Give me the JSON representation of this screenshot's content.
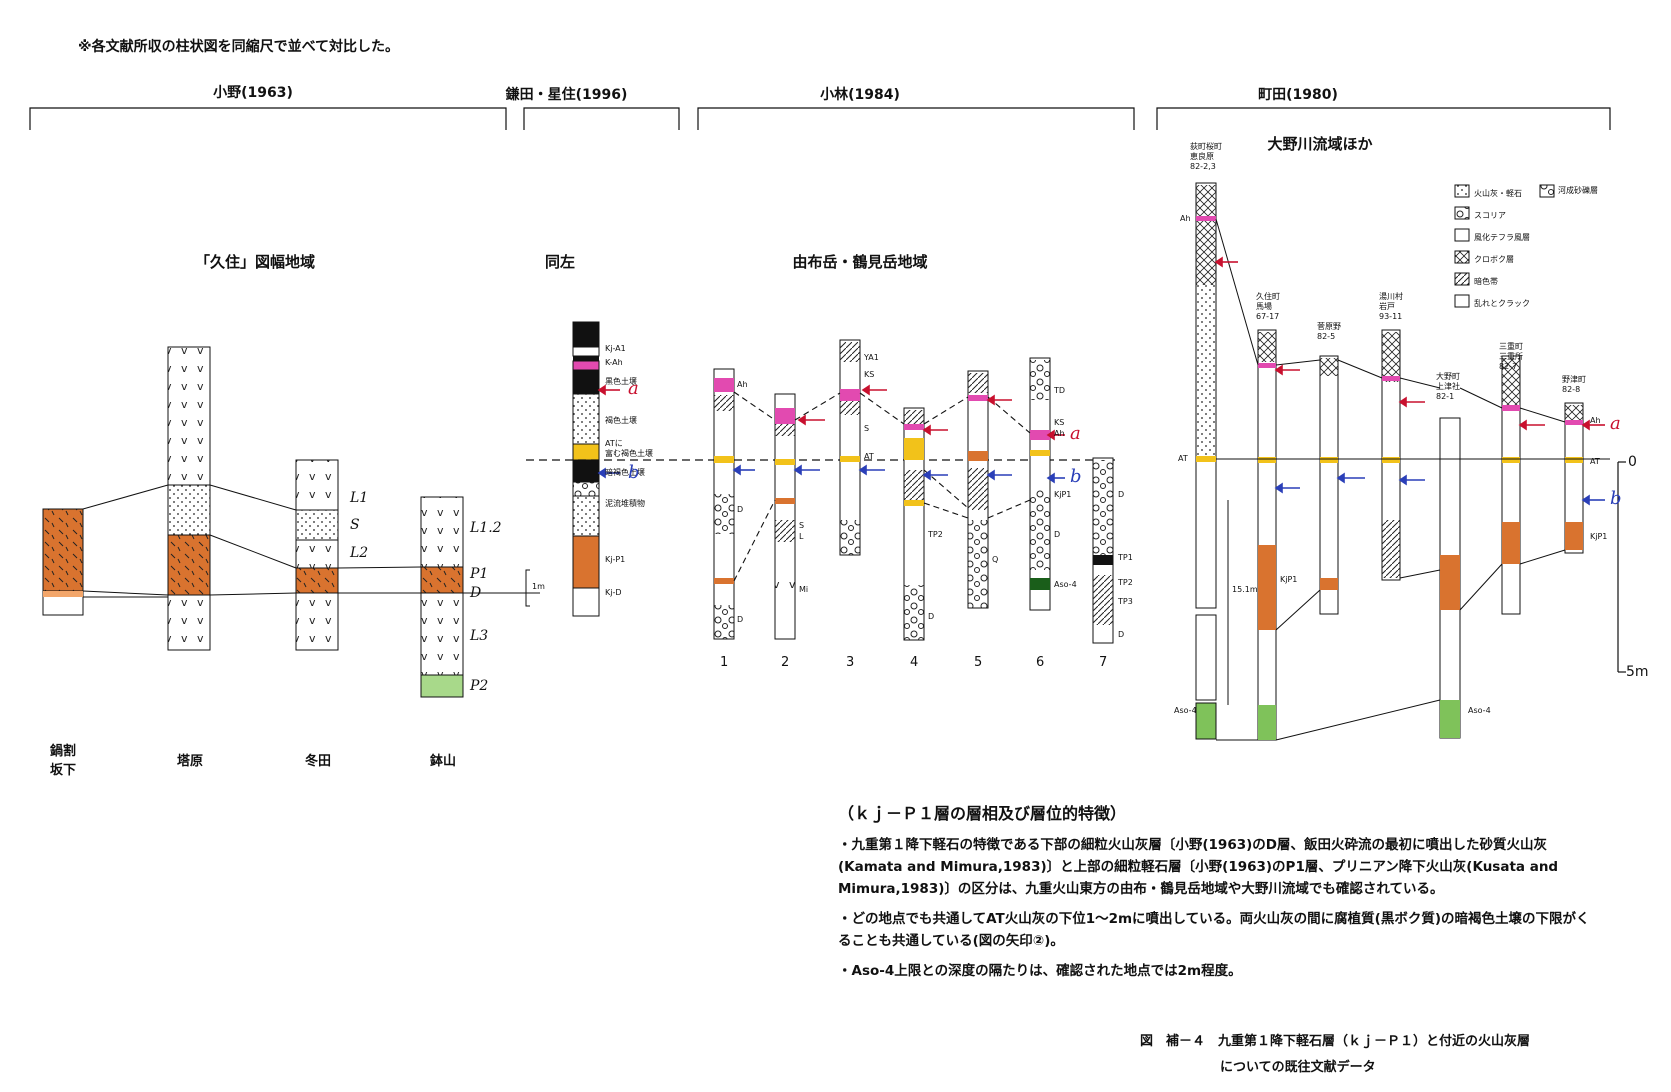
{
  "note": "※各文献所収の柱状図を同縮尺で並べて対比した。",
  "sources": {
    "ono": "小野(1963)",
    "kamata": "鎌田・星住(1996)",
    "kobayashi": "小林(1984)",
    "machida": "町田(1980)"
  },
  "regions": {
    "kuju": "「久住」図幅地域",
    "same": "同左",
    "yufu": "由布岳・鶴見岳地域",
    "ono_river": "大野川流域ほか"
  },
  "ono_locations": [
    "鍋割\n坂下",
    "塔原",
    "冬田",
    "鉢山"
  ],
  "ono_layer_labels": [
    "L1",
    "S",
    "L2",
    "L1.2",
    "P1",
    "D",
    "L3",
    "P2"
  ],
  "kamata_labels": [
    "Kj-A1",
    "K-Ah",
    "黒色土壌",
    "褐色土壌",
    "ATに",
    "富む褐色土壌",
    "暗褐色土壌",
    "泥流堆積物",
    "Kj-P1",
    "Kj-D",
    "1m"
  ],
  "kobayashi_numbers": [
    "1",
    "2",
    "3",
    "4",
    "5",
    "6",
    "7"
  ],
  "kobayashi_labels": [
    "Ah",
    "YA1",
    "KS",
    "S",
    "AT",
    "TD",
    "KS",
    "Ah",
    "KjP1",
    "D",
    "S",
    "L",
    "Mi",
    "TP2",
    "Q",
    "Aso-4",
    "TP1",
    "TP2",
    "TP3",
    "D",
    "D",
    "D",
    "D",
    "D"
  ],
  "machida_sites": [
    "荻町桜町\n恵良原\n82-2,3",
    "久住町\n馬場\n67-17",
    "菅原野\n82-5",
    "湯川村\n岩戸\n93-11",
    "大野町\n上津社\n82-1",
    "三重町\n三重所\n82-7",
    "野津町\n82-8"
  ],
  "machida_labels": [
    "Ah",
    "AT",
    "KjP1",
    "15.1m",
    "Aso-4",
    "Aso-4",
    "AT",
    "Ah",
    "KjP1"
  ],
  "machida_legend": [
    "火山灰・軽石",
    "河成砂礫層",
    "スコリア",
    "風化テフラ風層",
    "クロボク層",
    "暗色帯",
    "乱れとクラック"
  ],
  "machida_scale": [
    "0",
    "5m"
  ],
  "markers": [
    "a",
    "b"
  ],
  "text_title": "（ｋｊ－Ｐ１層の層相及び層位的特徴）",
  "bullets": [
    "・九重第１降下軽石の特徴である下部の細粒火山灰層〔小野(1963)のD層、飯田火砕流の最初に噴出した砂質火山灰(Kamata and Mimura,1983)〕と上部の細粒軽石層〔小野(1963)のP1層、プリニアン降下火山灰(Kusata and Mimura,1983)〕の区分は、九重火山東方の由布・鶴見岳地域や大野川流域でも確認されている。",
    "・どの地点でも共通してAT火山灰の下位1～2mに噴出している。両火山灰の間に腐植質(黒ボク質)の暗褐色土壌の下限がくることも共通している(図の矢印②)。",
    "・Aso-4上限との深度の隔たりは、確認された地点では2m程度。"
  ],
  "caption_line1": "図　補－４　九重第１降下軽石層（ｋｊ－Ｐ１）と付近の火山灰層",
  "caption_line2": "についての既往文献データ",
  "colors": {
    "pumice": "#d9732f",
    "pink": "#e24ab0",
    "yellow": "#f2c21a",
    "green": "#7fc25a",
    "arrow_red": "#c8102e",
    "arrow_blue": "#2a3fb8",
    "black": "#111111"
  }
}
